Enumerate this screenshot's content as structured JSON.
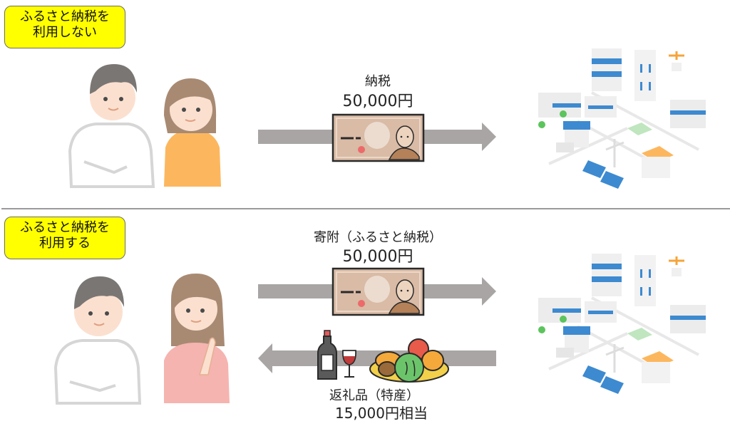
{
  "scenarios": [
    {
      "label": [
        "ふるさと納税を",
        "利用しない"
      ],
      "payment": {
        "title": "納税",
        "amount": "50,000円"
      }
    },
    {
      "label": [
        "ふるさと納税を",
        "利用する"
      ],
      "payment": {
        "title": "寄附（ふるさと納税）",
        "amount": "50,000円"
      },
      "return_gift": {
        "title": "返礼品（特産）",
        "amount": "15,000円相当"
      }
    }
  ],
  "icons": {
    "couple": "couple-illustration",
    "banknote": "banknote-icon",
    "city": "city-illustration",
    "wine": "wine-bottle-glass-icon",
    "produce": "vegetable-plate-icon"
  },
  "colors": {
    "label_bg": "#ffff00",
    "arrow": "#a8a5a4",
    "bill": "#d9bba6",
    "city_blue": "#3d8ad0"
  }
}
